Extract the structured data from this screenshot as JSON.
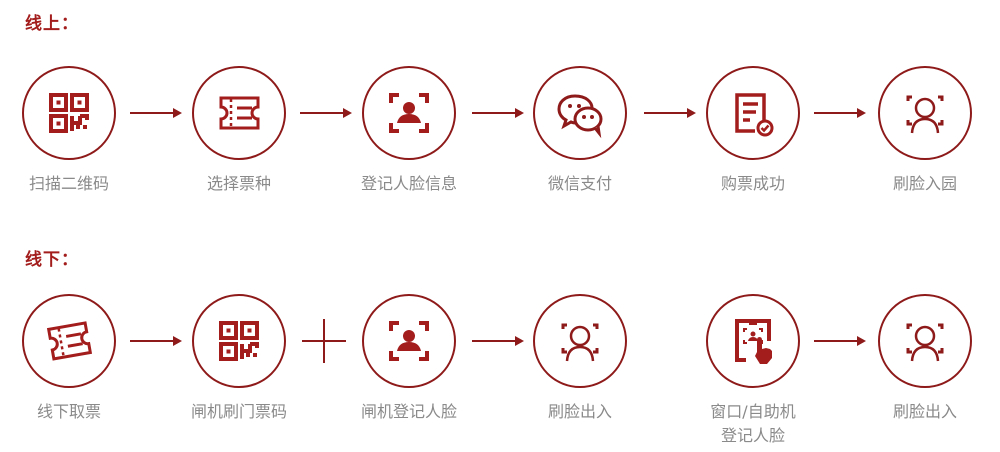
{
  "online": {
    "heading": "线上：",
    "steps": [
      {
        "label": "扫描二维码",
        "icon": "qr-code-icon"
      },
      {
        "label": "选择票种",
        "icon": "ticket-icon"
      },
      {
        "label": "登记人脸信息",
        "icon": "face-register-icon"
      },
      {
        "label": "微信支付",
        "icon": "wechat-icon"
      },
      {
        "label": "购票成功",
        "icon": "order-success-icon"
      },
      {
        "label": "刷脸入园",
        "icon": "face-scan-icon"
      }
    ]
  },
  "offline": {
    "heading": "线下：",
    "steps": [
      {
        "label": "线下取票",
        "icon": "ticket-icon"
      },
      {
        "label": "闸机刷门票码",
        "icon": "qr-code-icon"
      },
      {
        "label": "闸机登记人脸",
        "icon": "face-register-icon"
      },
      {
        "label": "刷脸出入",
        "icon": "face-scan-icon"
      },
      {
        "label_line1": "窗口/自助机",
        "label_line2": "登记人脸",
        "icon": "kiosk-touch-icon"
      },
      {
        "label": "刷脸出入",
        "icon": "face-scan-icon"
      }
    ],
    "connectors": [
      "arrow",
      "plus",
      "arrow",
      "gap",
      "arrow"
    ]
  },
  "colors": {
    "accent": "#8e1a1a",
    "heading": "#a31d1d",
    "label": "#8a8a8a"
  }
}
